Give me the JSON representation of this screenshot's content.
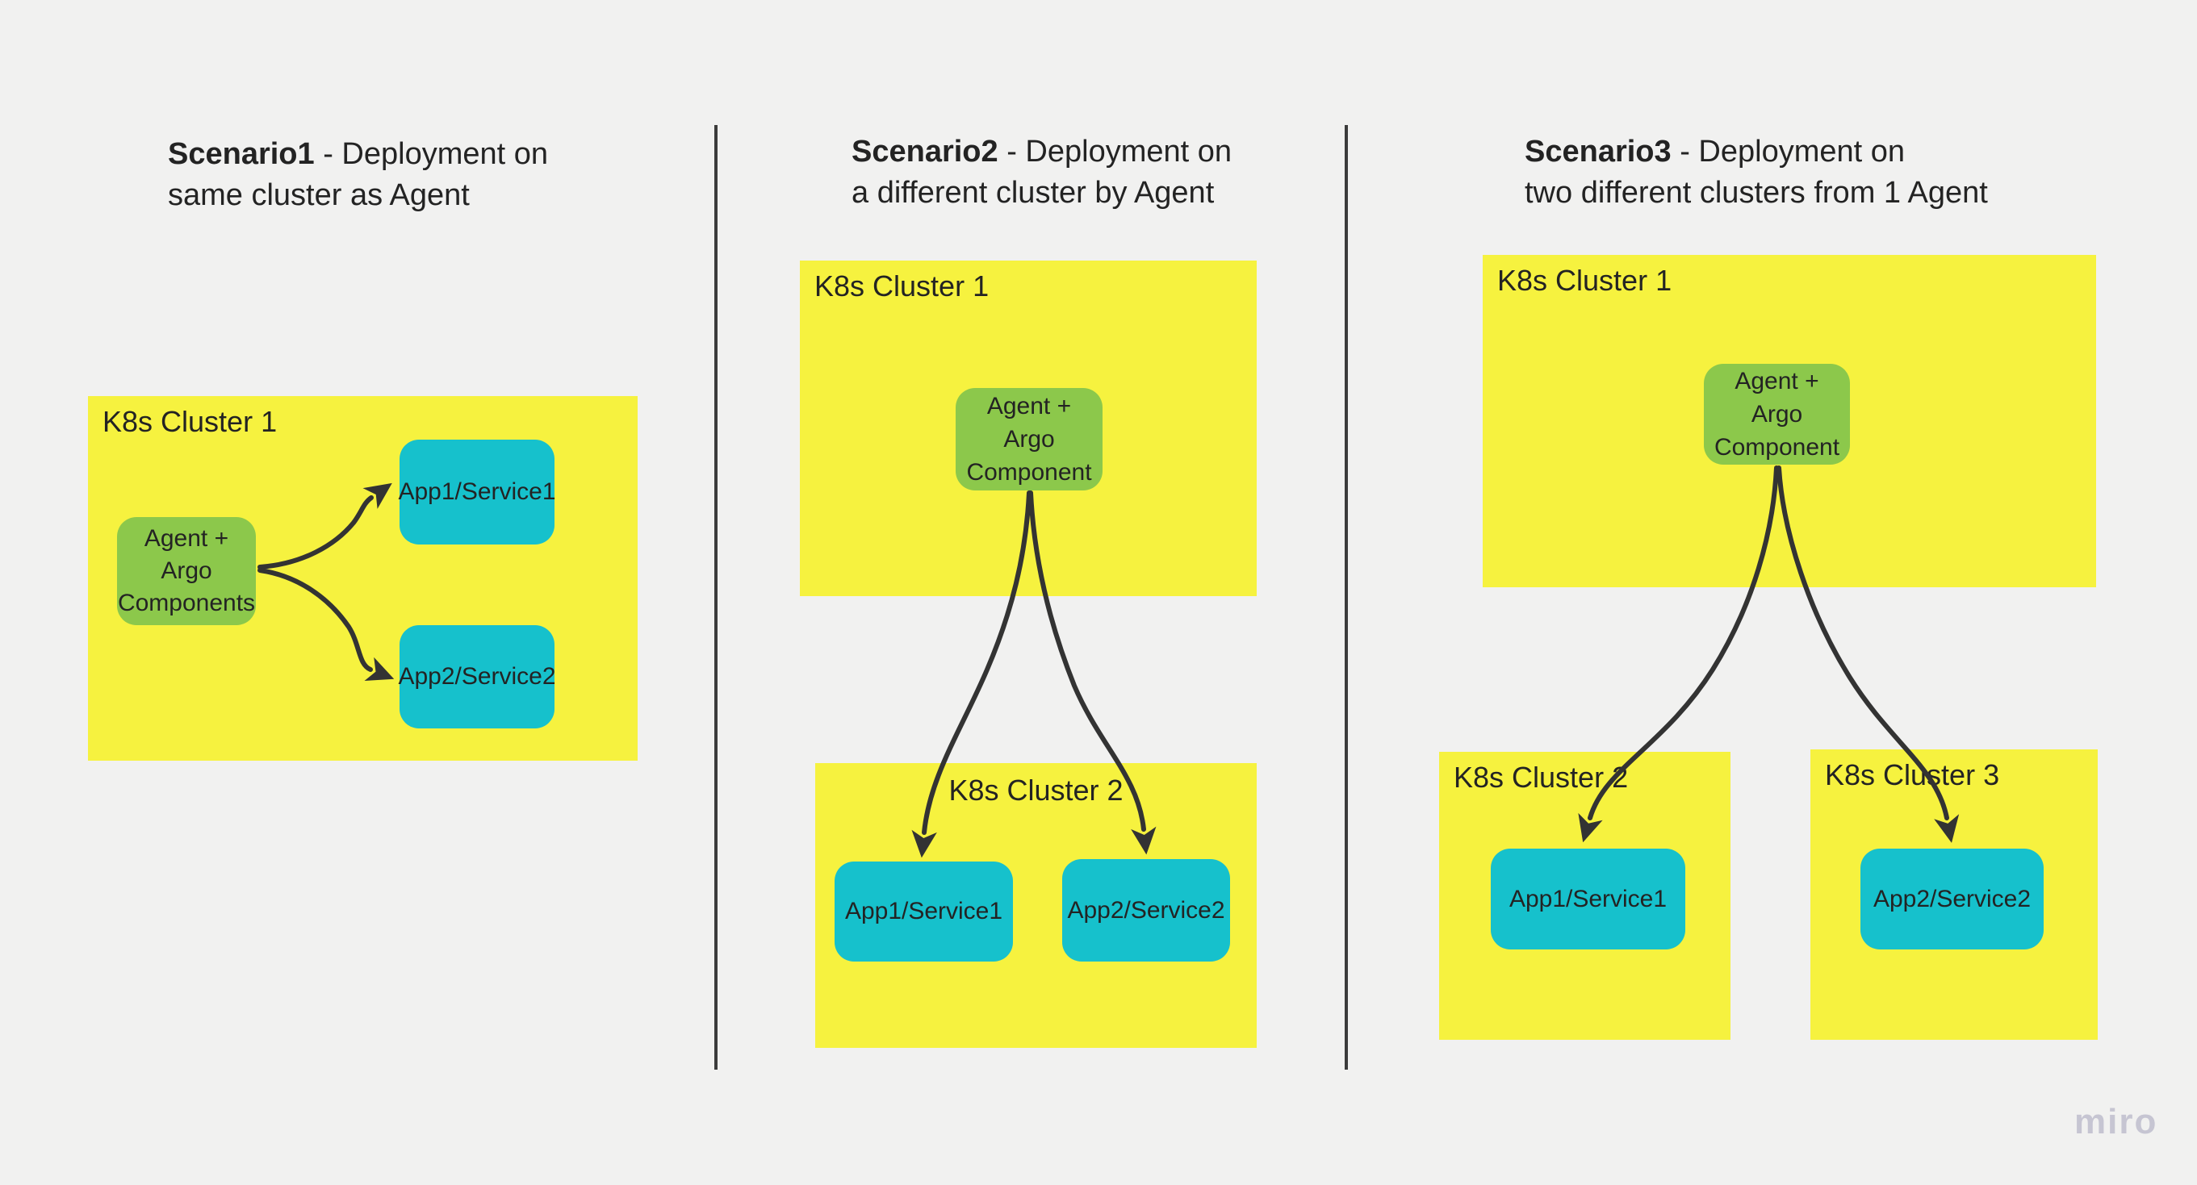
{
  "board": {
    "watermark": "miro",
    "colors": {
      "background": "#f1f1f0",
      "cluster_yellow": "#f6f23f",
      "agent_green": "#8cc84b",
      "app_cyan": "#16c1cc",
      "text": "#232323",
      "connector": "#333333",
      "divider": "#3b3b3b",
      "watermark_gray": "#c6c5d2"
    }
  },
  "scenarios": {
    "s1": {
      "title_bold": "Scenario1",
      "title_line1_rest": " - Deployment on",
      "title_line2": "same cluster as Agent",
      "cluster1": {
        "label": "K8s Cluster 1"
      },
      "agent": {
        "line1": "Agent + Argo",
        "line2": "Components"
      },
      "app1": {
        "label": "App1/Service1"
      },
      "app2": {
        "label": "App2/Service2"
      }
    },
    "s2": {
      "title_bold": "Scenario2",
      "title_line1_rest": " - Deployment on",
      "title_line2": "a different cluster by Agent",
      "cluster1": {
        "label": "K8s Cluster 1"
      },
      "agent": {
        "line1": "Agent +",
        "line2": "Argo",
        "line3": "Component"
      },
      "cluster2": {
        "label": "K8s Cluster 2"
      },
      "app1": {
        "label": "App1/Service1"
      },
      "app2": {
        "label": "App2/Service2"
      }
    },
    "s3": {
      "title_bold": "Scenario3",
      "title_line1_rest": " - Deployment on",
      "title_line2": "two different clusters from 1 Agent",
      "cluster1": {
        "label": "K8s Cluster 1"
      },
      "agent": {
        "line1": "Agent +",
        "line2": "Argo",
        "line3": "Component"
      },
      "cluster2": {
        "label": "K8s Cluster 2"
      },
      "cluster3": {
        "label": "K8s Cluster 3"
      },
      "app1": {
        "label": "App1/Service1"
      },
      "app2": {
        "label": "App2/Service2"
      }
    }
  }
}
